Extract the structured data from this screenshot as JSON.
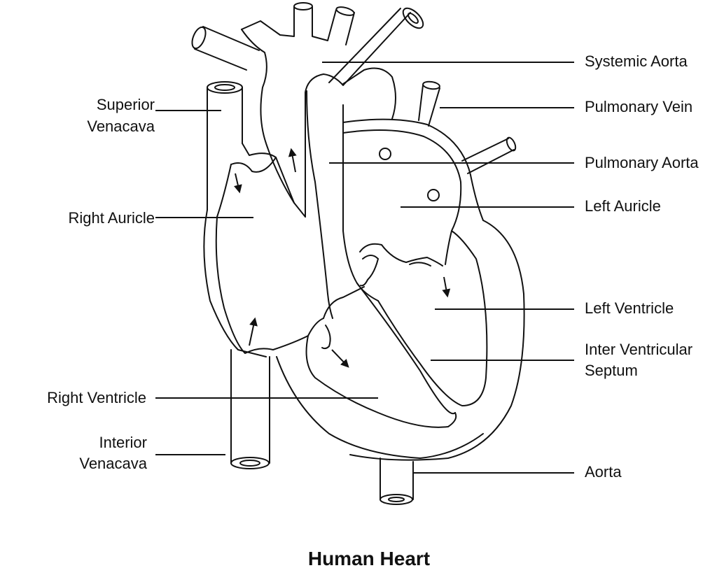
{
  "title": "Human Heart",
  "labels": {
    "systemic_aorta": "Systemic Aorta",
    "pulmonary_vein": "Pulmonary Vein",
    "pulmonary_aorta": "Pulmonary Aorta",
    "left_auricle": "Left Auricle",
    "left_ventricle": "Left Ventricle",
    "inter_ventricular_septum_line1": "Inter Ventricular",
    "inter_ventricular_septum_line2": "Septum",
    "aorta": "Aorta",
    "superior_venacava_line1": "Superior",
    "superior_venacava_line2": "Venacava",
    "right_auricle": "Right Auricle",
    "right_ventricle": "Right Ventricle",
    "interior_venacava_line1": "Interior",
    "interior_venacava_line2": "Venacava"
  },
  "colors": {
    "line": "#111111",
    "background": "#ffffff"
  }
}
